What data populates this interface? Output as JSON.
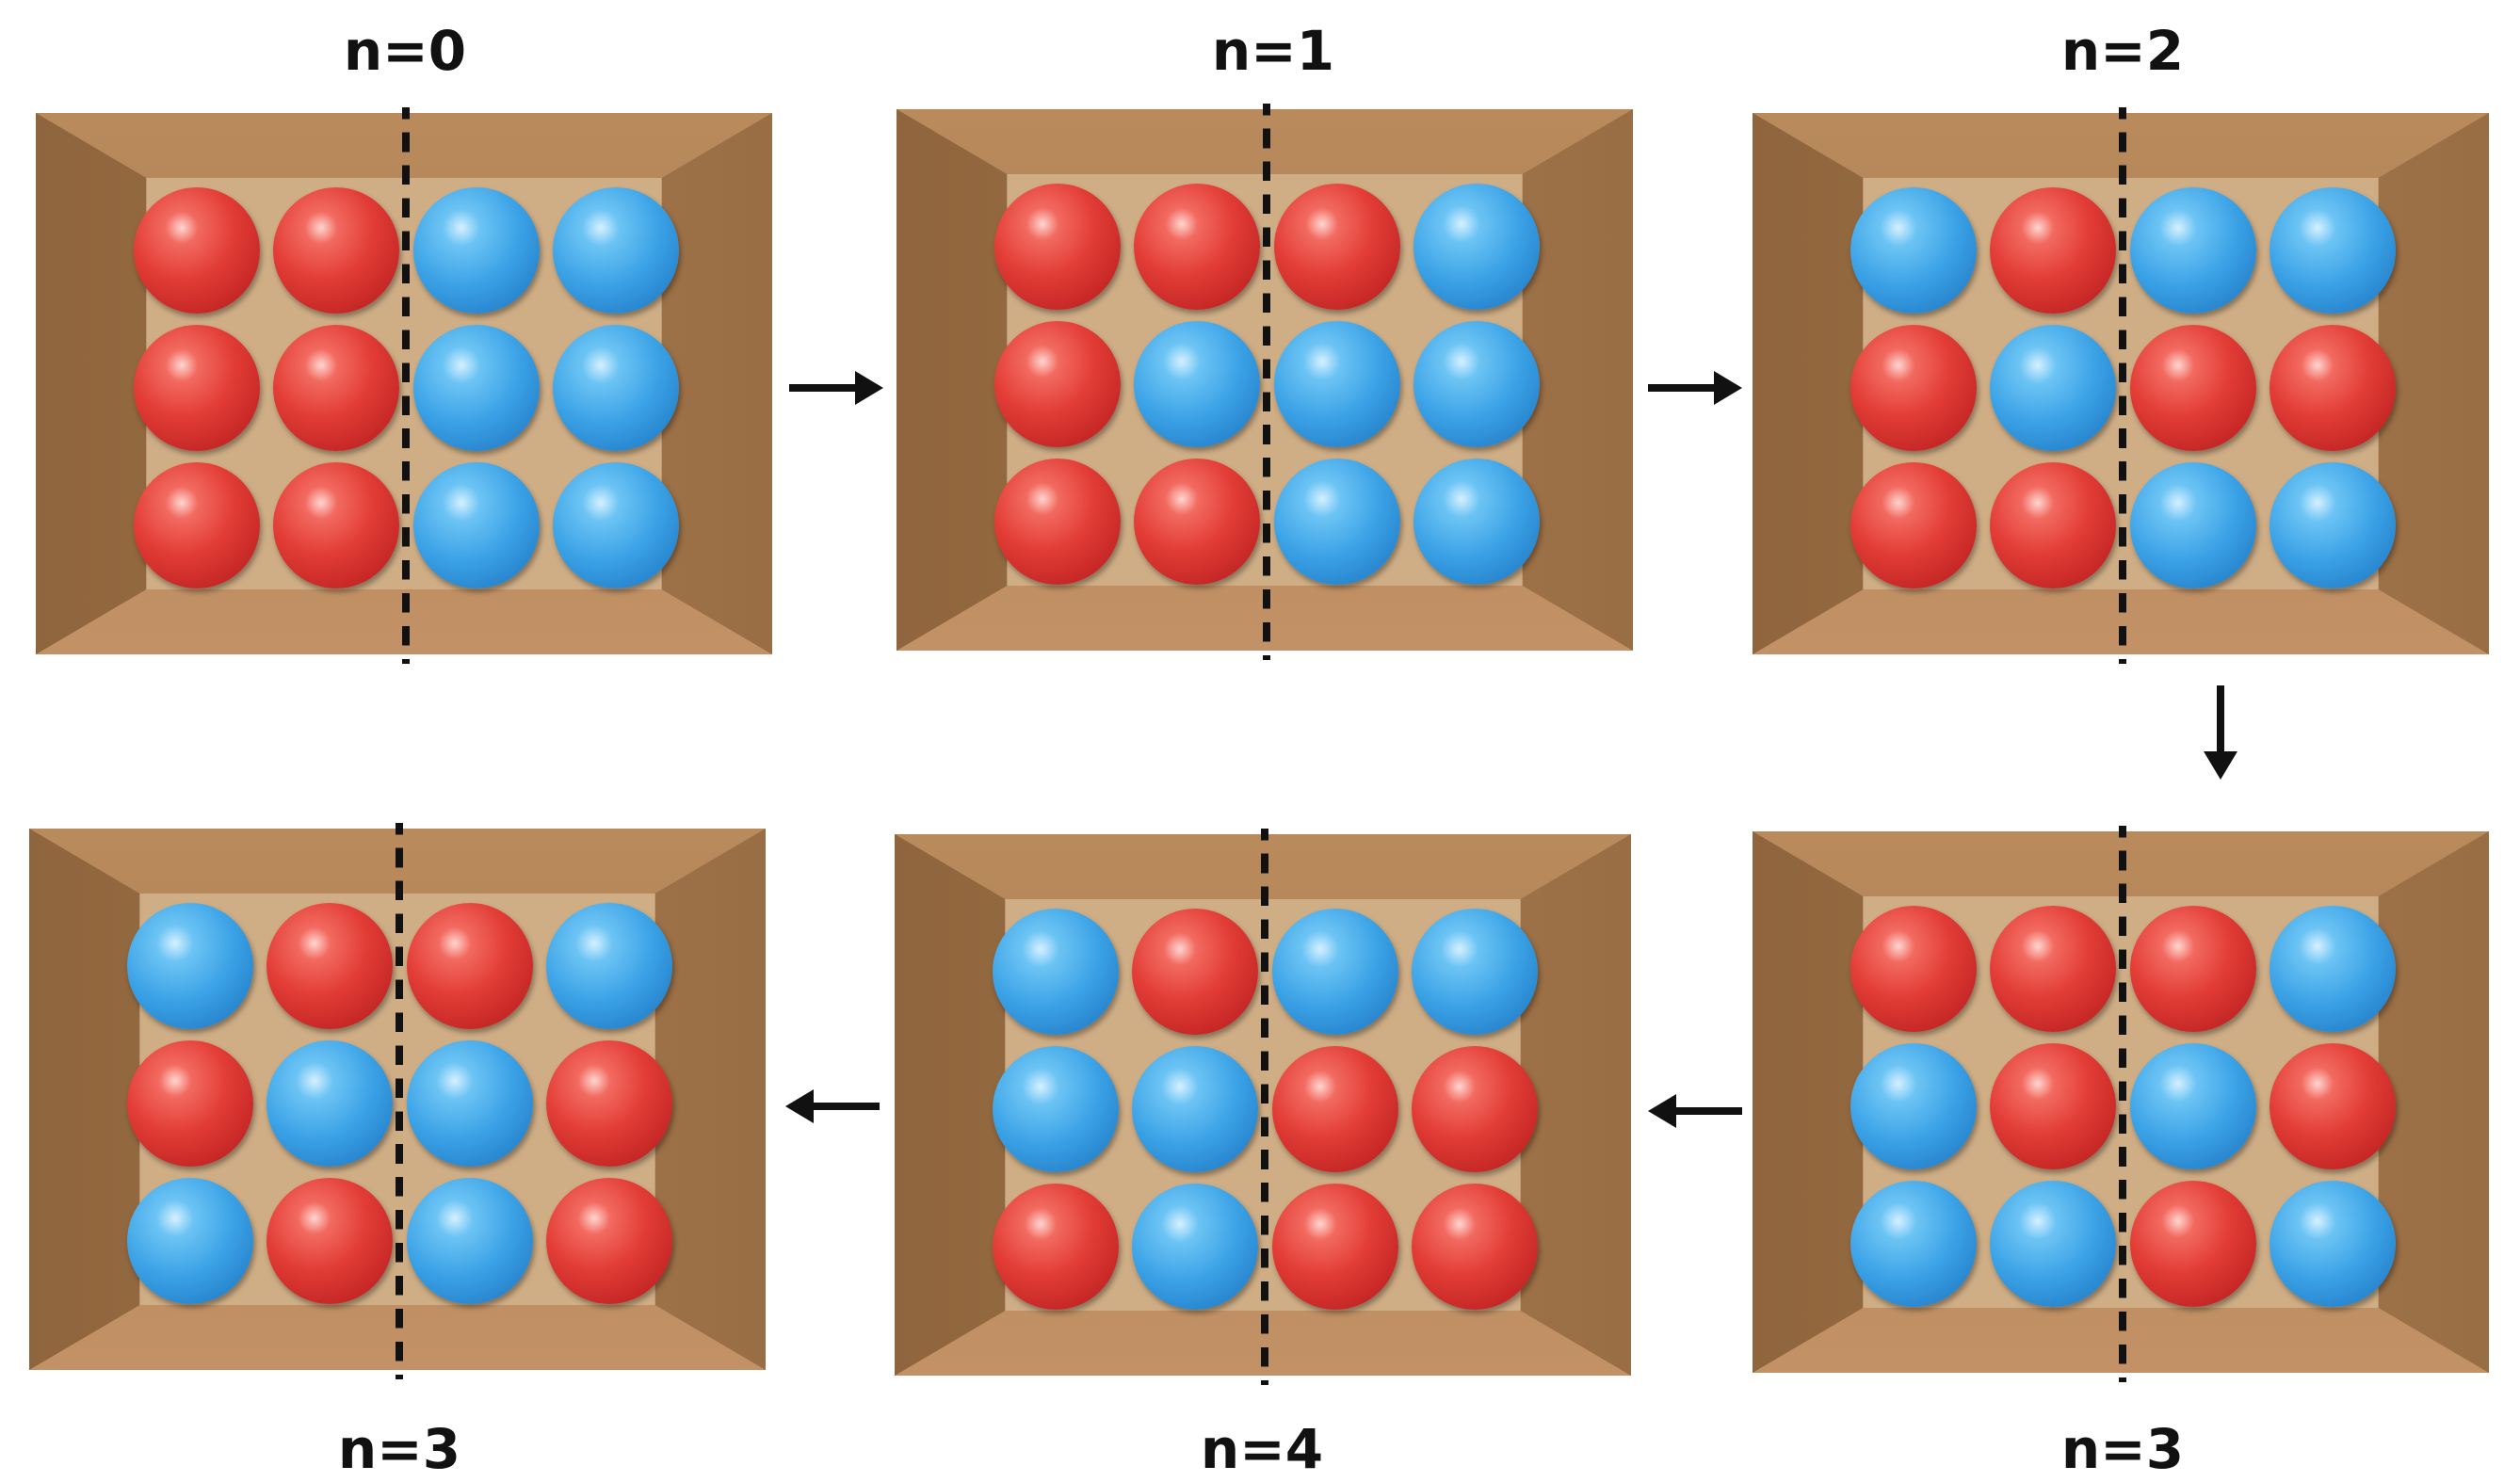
{
  "colors": {
    "red": "#e23c36",
    "blue": "#3ba2e6",
    "cardboard": "#a97c50"
  },
  "panels": [
    {
      "label": "n=0",
      "grid": [
        [
          "R",
          "R",
          "B",
          "B"
        ],
        [
          "R",
          "R",
          "B",
          "B"
        ],
        [
          "R",
          "R",
          "B",
          "B"
        ]
      ]
    },
    {
      "label": "n=1",
      "grid": [
        [
          "R",
          "R",
          "R",
          "B"
        ],
        [
          "R",
          "B",
          "B",
          "B"
        ],
        [
          "R",
          "R",
          "B",
          "B"
        ]
      ]
    },
    {
      "label": "n=2",
      "grid": [
        [
          "B",
          "R",
          "B",
          "B"
        ],
        [
          "R",
          "B",
          "R",
          "R"
        ],
        [
          "R",
          "R",
          "B",
          "B"
        ]
      ]
    },
    {
      "label": "n=3",
      "grid": [
        [
          "R",
          "R",
          "R",
          "B"
        ],
        [
          "B",
          "R",
          "B",
          "R"
        ],
        [
          "B",
          "B",
          "R",
          "B"
        ]
      ]
    },
    {
      "label": "n=4",
      "grid": [
        [
          "B",
          "R",
          "B",
          "B"
        ],
        [
          "B",
          "B",
          "R",
          "R"
        ],
        [
          "R",
          "B",
          "R",
          "R"
        ]
      ]
    },
    {
      "label": "n=3",
      "grid": [
        [
          "B",
          "R",
          "R",
          "B"
        ],
        [
          "R",
          "B",
          "B",
          "R"
        ],
        [
          "B",
          "R",
          "B",
          "R"
        ]
      ]
    }
  ],
  "arrows": [
    "right",
    "right",
    "down",
    "left",
    "left"
  ]
}
